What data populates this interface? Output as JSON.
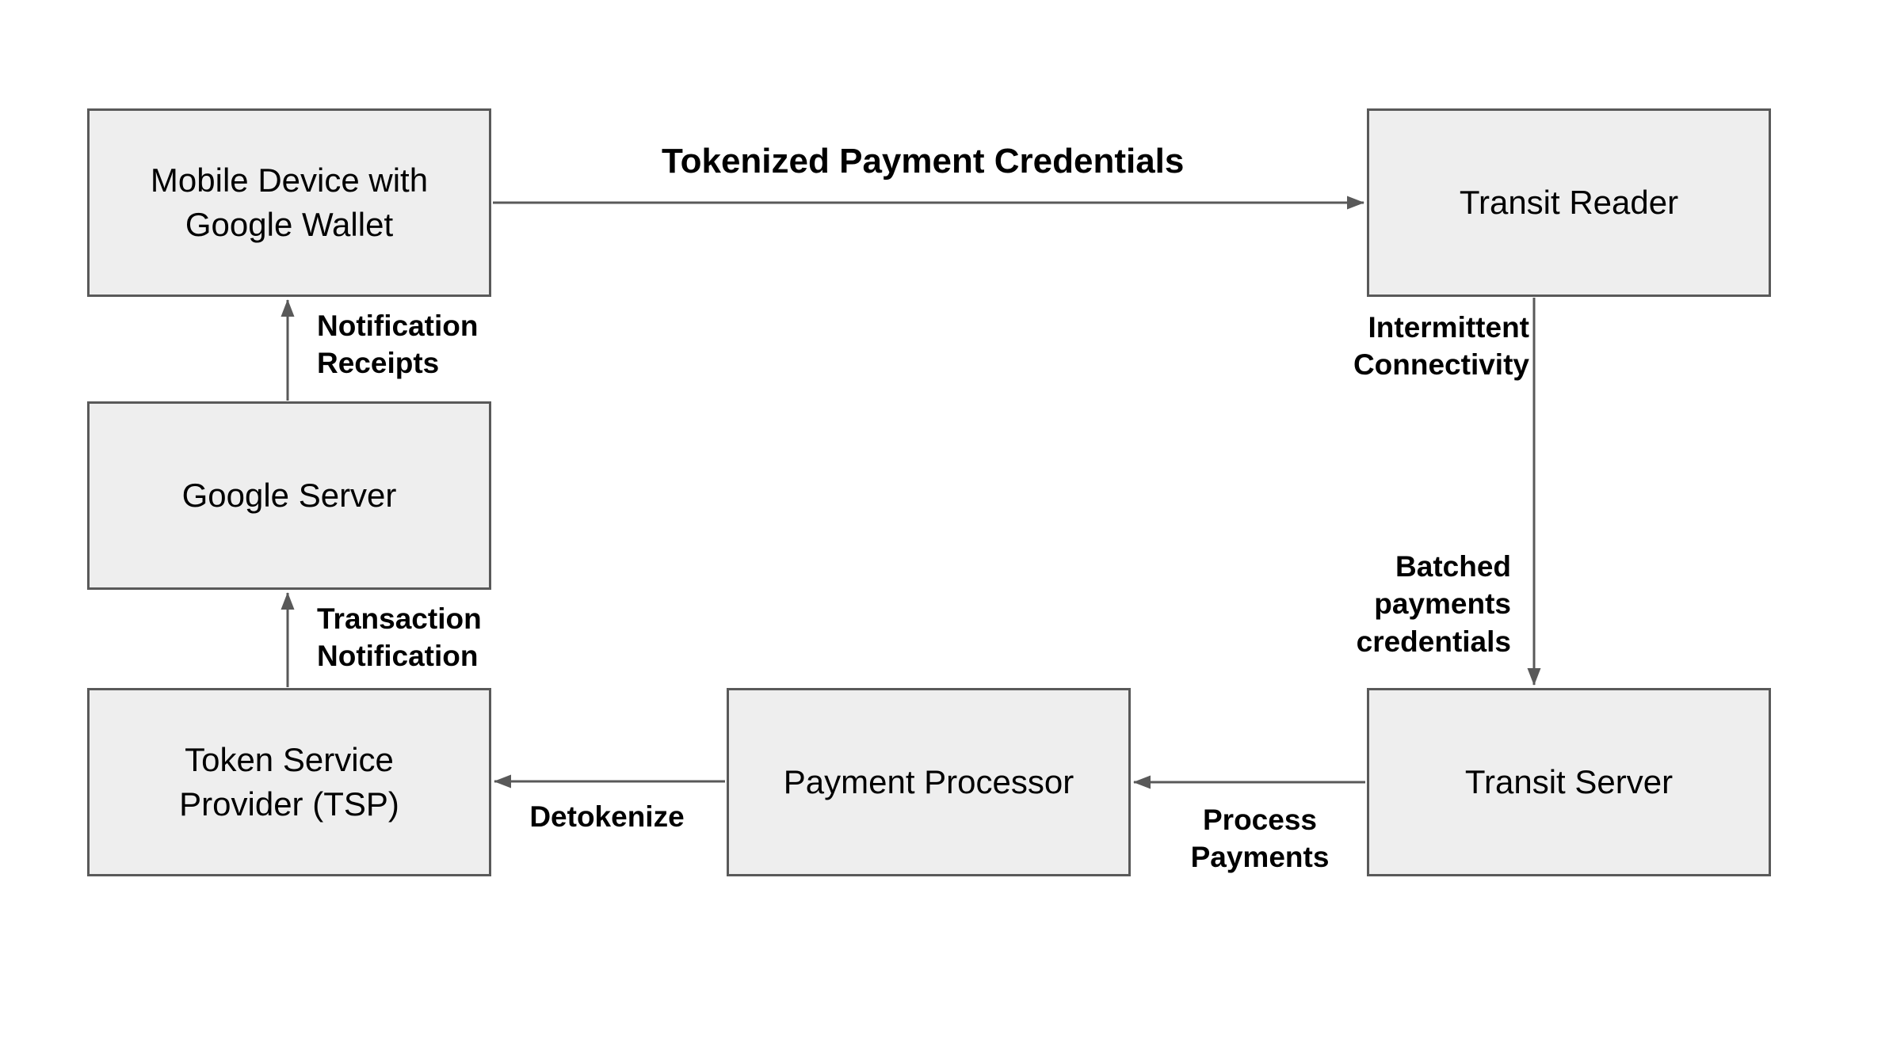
{
  "colors": {
    "background": "#ffffff",
    "node_fill": "#eeeeee",
    "node_border": "#595959",
    "arrow": "#595959",
    "label_text": "#000000"
  },
  "diagram": {
    "nodes": [
      {
        "id": "mobile-device",
        "label": "Mobile Device with\nGoogle Wallet"
      },
      {
        "id": "transit-reader",
        "label": "Transit Reader"
      },
      {
        "id": "google-server",
        "label": "Google Server"
      },
      {
        "id": "token-service-provider",
        "label": "Token Service\nProvider (TSP)"
      },
      {
        "id": "payment-processor",
        "label": "Payment Processor"
      },
      {
        "id": "transit-server",
        "label": "Transit Server"
      }
    ],
    "edges": [
      {
        "from": "mobile-device",
        "to": "transit-reader",
        "label": "Tokenized Payment Credentials"
      },
      {
        "from": "transit-reader",
        "to": "transit-server",
        "labels": [
          "Intermittent\nConnectivity",
          "Batched\npayments\ncredentials"
        ]
      },
      {
        "from": "transit-server",
        "to": "payment-processor",
        "label": "Process\nPayments"
      },
      {
        "from": "payment-processor",
        "to": "token-service-provider",
        "label": "Detokenize"
      },
      {
        "from": "token-service-provider",
        "to": "google-server",
        "label": "Transaction\nNotification"
      },
      {
        "from": "google-server",
        "to": "mobile-device",
        "label": "Notification\nReceipts"
      }
    ]
  }
}
